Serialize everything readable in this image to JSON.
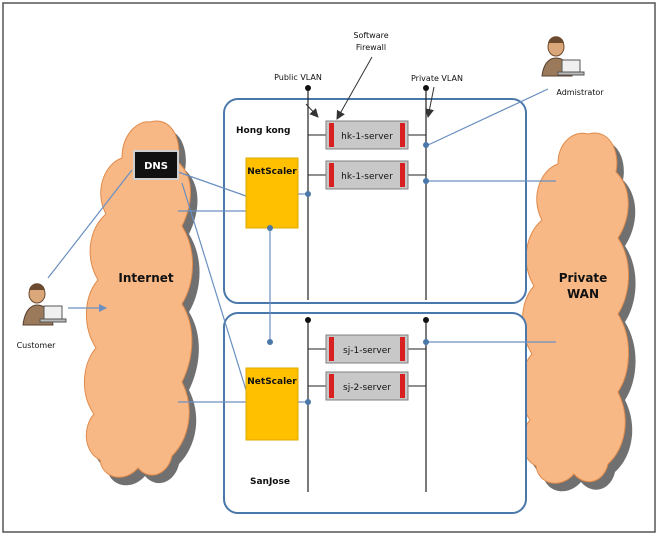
{
  "labels": {
    "software_firewall_line1": "Software",
    "software_firewall_line2": "Firewall",
    "public_vlan": "Public VLAN",
    "private_vlan": "Private VLAN",
    "administrator": "Admistrator",
    "customer": "Customer",
    "internet": "Internet",
    "private_wan_line1": "Private",
    "private_wan_line2": "WAN",
    "dns": "DNS"
  },
  "sites": {
    "hongkong": {
      "name": "Hong kong",
      "netscaler": "NetScaler",
      "servers": [
        "hk-1-server",
        "hk-1-server"
      ]
    },
    "sanjose": {
      "name": "SanJose",
      "netscaler": "NetScaler",
      "servers": [
        "sj-1-server",
        "sj-2-server"
      ]
    }
  },
  "colors": {
    "frame": "#555555",
    "site_border": "#4a78aa",
    "link": "#6a8fc0",
    "cloud": "#f8b885",
    "cloud_shadow": "#707070",
    "netscaler": "#ffc000",
    "server_fill": "#c8c8c8",
    "server_bar": "#d92020",
    "dns_fill": "#111111"
  }
}
